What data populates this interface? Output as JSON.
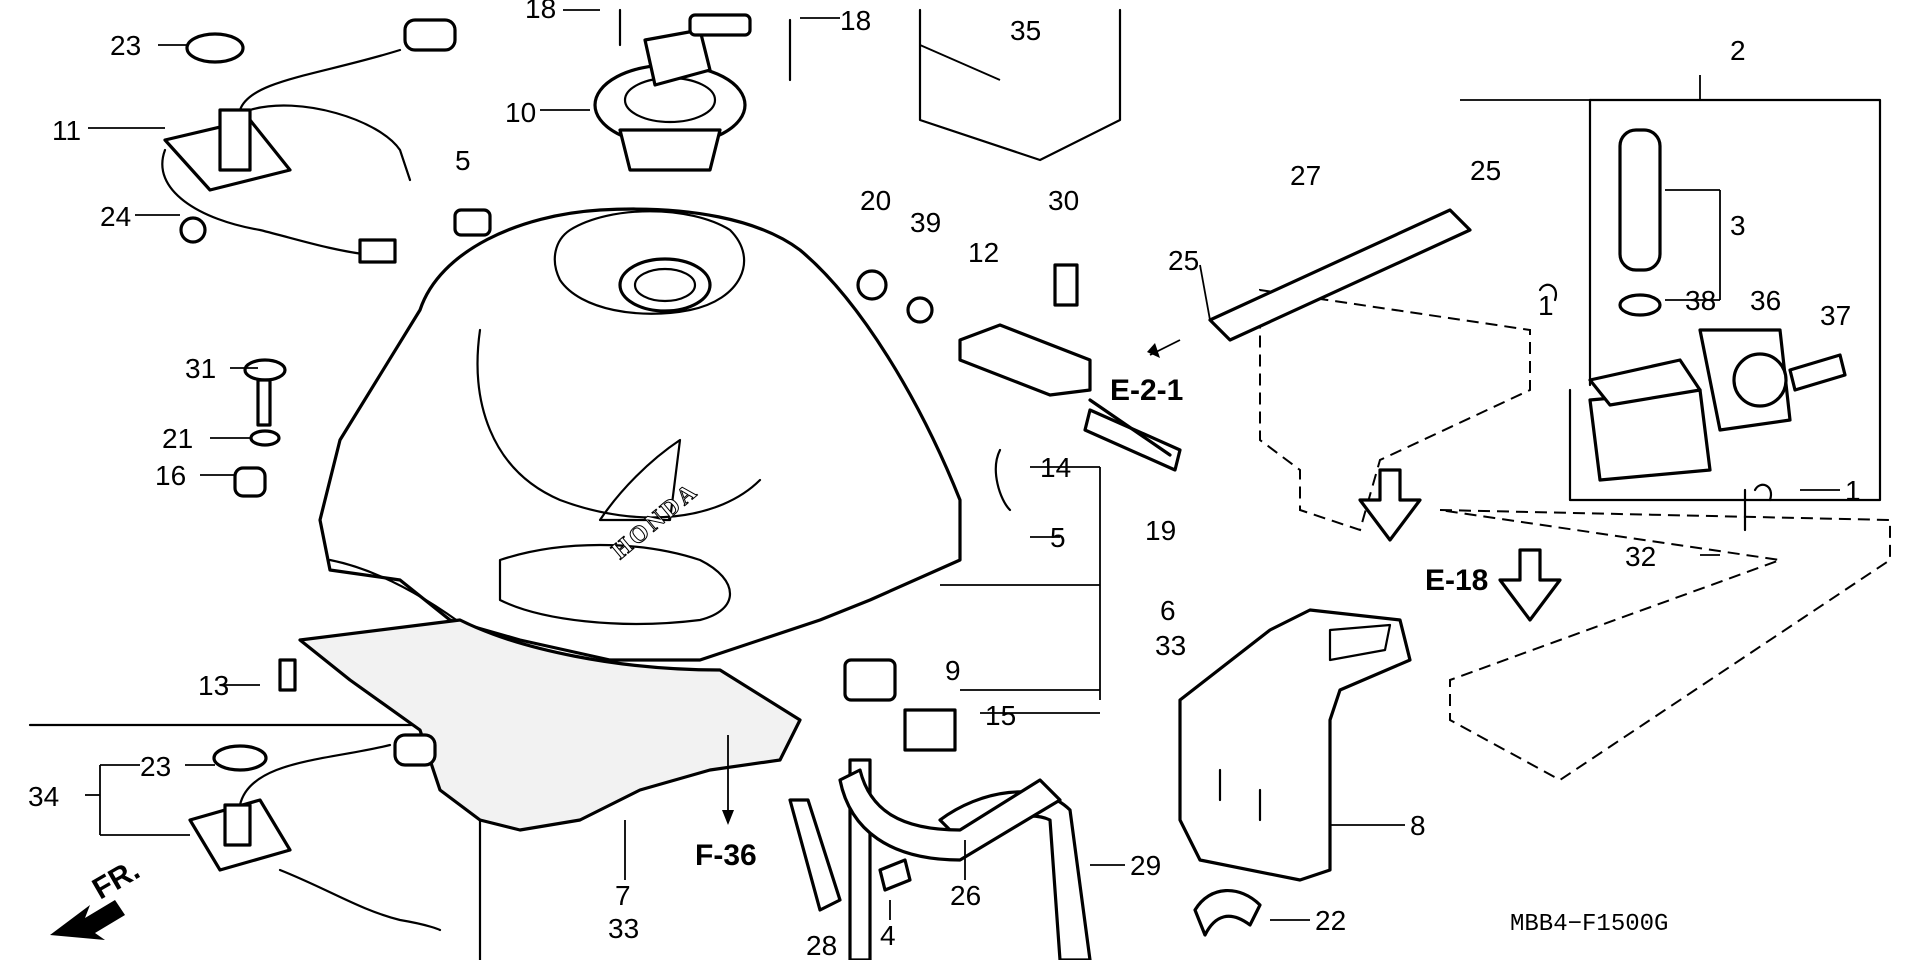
{
  "diagram": {
    "code": "MBB4−F1500G",
    "tank_brand": "HONDA",
    "front_label": "FR.",
    "refs": {
      "e21": "E-2-1",
      "e18": "E-18",
      "f36": "F-36"
    },
    "callouts": {
      "c23a": "23",
      "c18a": "18",
      "c18b": "18",
      "c35": "35",
      "c2": "2",
      "c11": "11",
      "c10": "10",
      "c5a": "5",
      "c24": "24",
      "c20": "20",
      "c39": "39",
      "c30": "30",
      "c27": "27",
      "c25a": "25",
      "c3": "3",
      "c12": "12",
      "c25b": "25",
      "c1a": "1",
      "c38": "38",
      "c36": "36",
      "c37": "37",
      "c31": "31",
      "c21": "21",
      "c16": "16",
      "c14": "14",
      "c19": "19",
      "c5b": "5",
      "c1b": "1",
      "c32": "32",
      "c6": "6",
      "c33a": "33",
      "c9": "9",
      "c13": "13",
      "c15": "15",
      "c23b": "23",
      "c34": "34",
      "c8": "8",
      "c29": "29",
      "c7": "7",
      "c33b": "33",
      "c26": "26",
      "c4": "4",
      "c28": "28",
      "c22": "22"
    }
  }
}
